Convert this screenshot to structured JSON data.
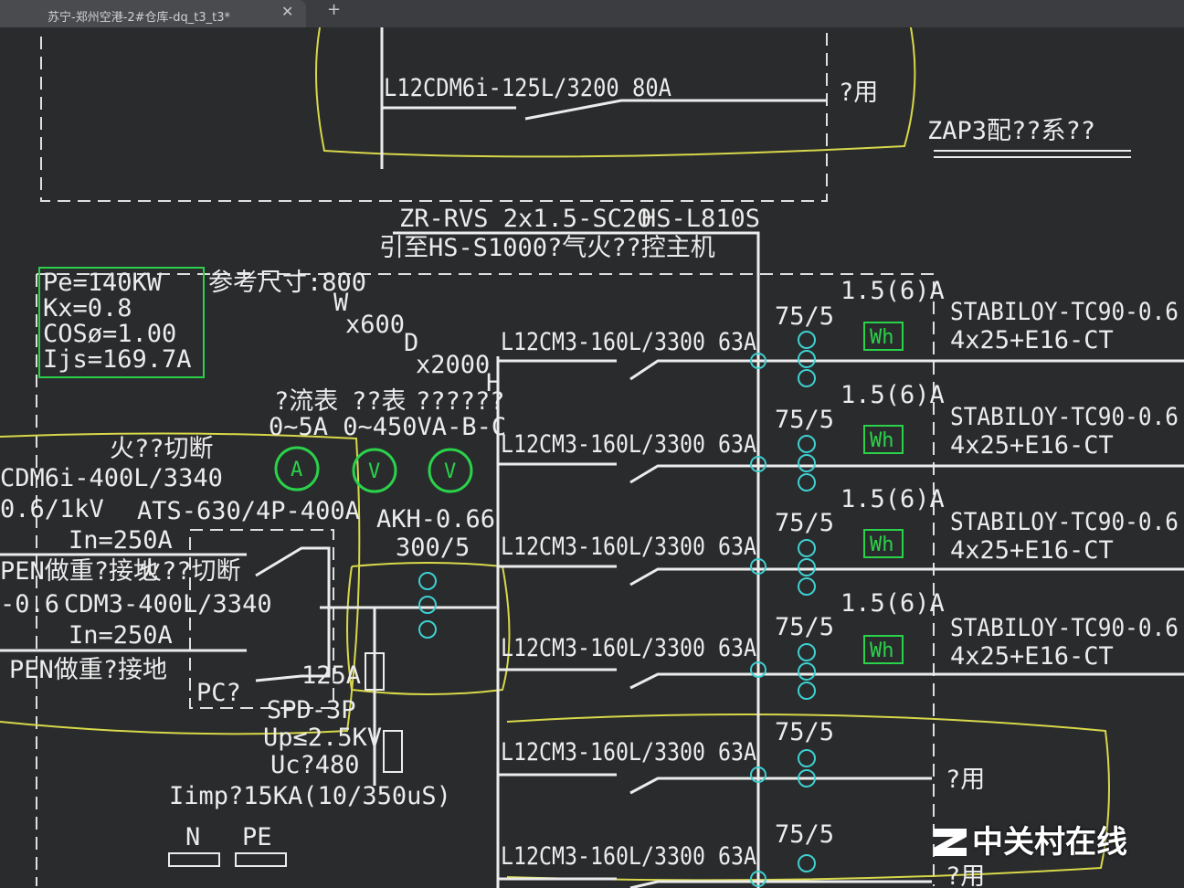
{
  "tab": {
    "title": "苏宁-郑州空港-2#仓库-dq_t3_t3*",
    "close": "✕",
    "new": "+"
  },
  "drawing": {
    "title": "ZAP3配??系??",
    "top_breaker": {
      "label": "L12CDM6i-125L/3200 80A",
      "spare": "?用"
    },
    "fire_cable": {
      "cable": "ZR-RVS 2x1.5-SC20",
      "device": "HS-L810S",
      "note": "引至HS-S1000?气火??控主机"
    },
    "load_box": [
      "Pe=140KW",
      "Kx=0.8",
      "COSø=1.00",
      "Ijs=169.7A"
    ],
    "ref_size": [
      "参考尺寸:800",
      "W",
      "x600",
      "D",
      "x2000",
      "H"
    ],
    "meters": {
      "labels": [
        "?流表",
        "??表",
        "??????"
      ],
      "ranges": "0~5A 0~450VA-B-C",
      "symbols": [
        "A",
        "V",
        "V"
      ]
    },
    "incoming": {
      "fire_cut_1": "火??切断",
      "ats": "ATS-630/4P-400A",
      "breaker_1": "CDM6i-400L/3340",
      "voltage": "0.6/1kV",
      "in_1": "In=250A",
      "pen_1": "PEN做重?接地",
      "fire_cut_2": "火??切断",
      "prefix_2": "-0.6",
      "breaker_2": "CDM3-400L/3340",
      "in_2": "In=250A",
      "pen_2": "PEN做重?接地",
      "pc": "PC?"
    },
    "ct_main": [
      "AKH-0.66",
      "300/5"
    ],
    "spd": {
      "fuse": "125A",
      "type": "SPD-3P",
      "up": "Up≤2.5KV",
      "uc": "Uc?480",
      "iimp": "Iimp?15KA(10/350uS)"
    },
    "terminals": [
      "N",
      "PE"
    ],
    "branches": [
      {
        "breaker": "L12CM3-160L/3300 63A",
        "ct": "75/5",
        "meter": "1.5(6)A",
        "wh": "Wh",
        "cable": "STABILOY-TC90-0.6",
        "cable2": "4x25+E16-CT"
      },
      {
        "breaker": "L12CM3-160L/3300 63A",
        "ct": "75/5",
        "meter": "1.5(6)A",
        "wh": "Wh",
        "cable": "STABILOY-TC90-0.6",
        "cable2": "4x25+E16-CT"
      },
      {
        "breaker": "L12CM3-160L/3300 63A",
        "ct": "75/5",
        "meter": "1.5(6)A",
        "wh": "Wh",
        "cable": "STABILOY-TC90-0.6",
        "cable2": "4x25+E16-CT"
      },
      {
        "breaker": "L12CM3-160L/3300 63A",
        "ct": "75/5",
        "meter": "1.5(6)A",
        "wh": "Wh",
        "cable": "STABILOY-TC90-0.6",
        "cable2": "4x25+E16-CT"
      },
      {
        "breaker": "L12CM3-160L/3300 63A",
        "ct": "75/5",
        "spare": "?用"
      },
      {
        "breaker": "L12CM3-160L/3300 63A",
        "ct": "75/5",
        "spare": "?用"
      }
    ]
  },
  "watermark": "中关村在线",
  "colors": {
    "background": "#2a2b2d",
    "line": "#ececec",
    "cloud": "#d8d84a",
    "meter": "#2ad24a",
    "ct": "#3fd0d0"
  }
}
